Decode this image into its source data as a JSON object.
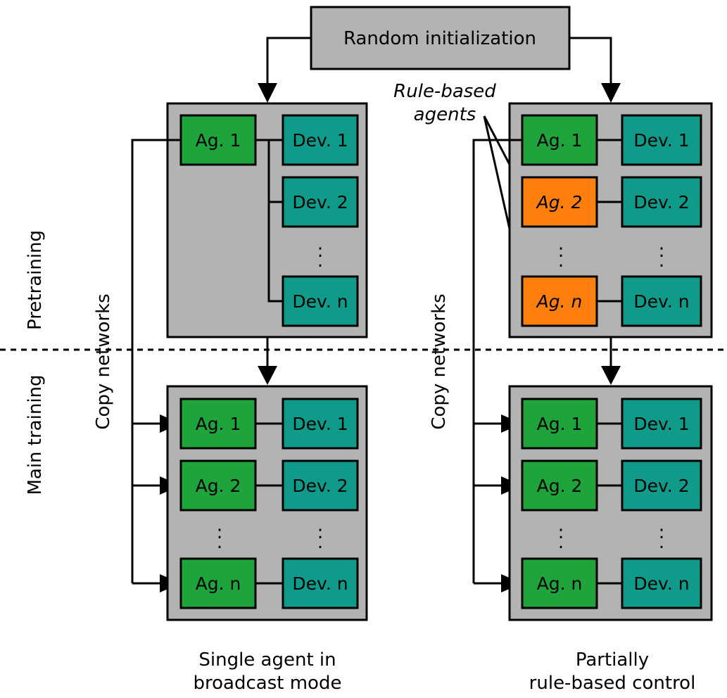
{
  "top": {
    "init_label": "Random initialization"
  },
  "side_labels": {
    "pretraining": "Pretraining",
    "main_training": "Main training"
  },
  "copy_label": "Copy networks",
  "rule_based_label": {
    "line1": "Rule-based",
    "line2": "agents"
  },
  "agents": {
    "ag1": "Ag. 1",
    "ag2": "Ag. 2",
    "agn": "Ag. n"
  },
  "devices": {
    "dev1": "Dev. 1",
    "dev2": "Dev. 2",
    "devn": "Dev. n"
  },
  "ellipsis": ":",
  "captions": {
    "left_line1": "Single agent in",
    "left_line2": "broadcast mode",
    "right_line1": "Partially",
    "right_line2": "rule-based control"
  },
  "colors": {
    "agent": "#1ea43a",
    "rule_agent": "#ff7f0e",
    "device": "#0f9a8a",
    "panel": "#b3b3b3",
    "init_box": "#b3b3b3"
  }
}
